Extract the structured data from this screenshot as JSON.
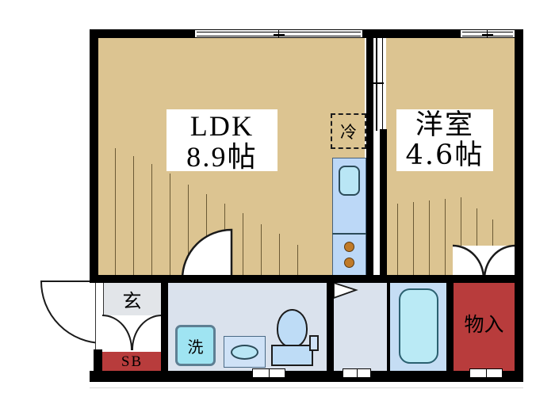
{
  "plan": {
    "type": "japanese-apartment-floorplan",
    "background_color": "#ffffff",
    "wall_color": "#000000",
    "colors": {
      "wood_floor": "#dcc491",
      "wet_floor": "#dae2ed",
      "bath_floor": "#c5ddf4",
      "storage_red": "#b83c3c",
      "entry_floor": "#e2e5e9",
      "fixture_blue": "#b9e6f5",
      "burner_orange": "#c07a28"
    }
  },
  "rooms": {
    "ldk": {
      "name_line1": "LDK",
      "name_line2": "8.9帖",
      "size_value": "8.9",
      "size_unit": "帖"
    },
    "bedroom": {
      "name_line1": "洋室",
      "name_line2": "4.6帖",
      "size_value": "4.6",
      "size_unit": "帖"
    },
    "entrance": {
      "label": "玄"
    },
    "shoebox": {
      "label": "SB"
    },
    "storage": {
      "label": "物入"
    }
  },
  "fixtures": {
    "refrigerator": {
      "label": "冷"
    },
    "washing_machine": {
      "label": "洗"
    },
    "kitchen_sink": {
      "label": ""
    },
    "stove_burners": {
      "count": 2
    },
    "bathtub": {
      "label": ""
    },
    "toilet": {
      "label": ""
    },
    "lavatory": {
      "label": ""
    }
  },
  "openings": {
    "window_top_left": "sliding-window",
    "window_top_right": "sliding-window",
    "door_entrance": "hinged-door",
    "door_ldk": "hinged-door",
    "door_closet": "double-hinged-door",
    "door_shoebox": "double-hinged-door",
    "door_bedroom_sliding": "sliding-door",
    "door_bath": "folding-door"
  }
}
